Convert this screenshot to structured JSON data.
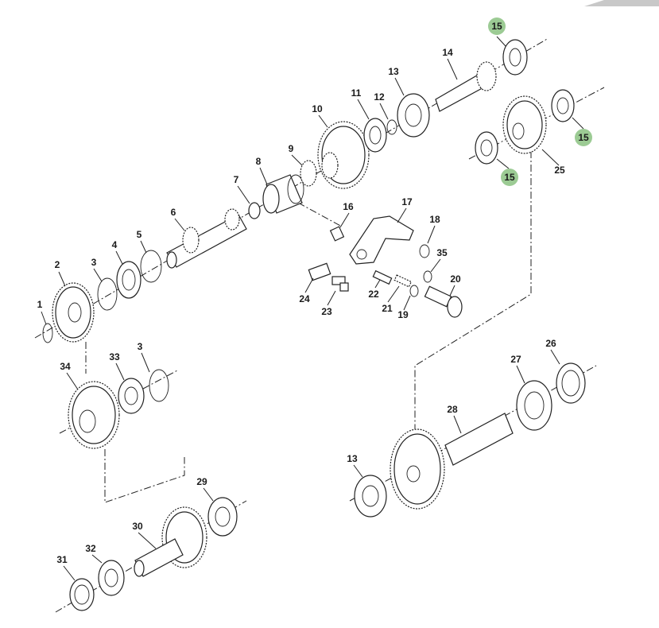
{
  "colors": {
    "highlight": "#9ccb94",
    "ink": "#222222",
    "background": "#ffffff"
  },
  "callouts": [
    {
      "id": "c1",
      "text": "1",
      "highlighted": false
    },
    {
      "id": "c2",
      "text": "2",
      "highlighted": false
    },
    {
      "id": "c3a",
      "text": "3",
      "highlighted": false
    },
    {
      "id": "c3b",
      "text": "3",
      "highlighted": false
    },
    {
      "id": "c4",
      "text": "4",
      "highlighted": false
    },
    {
      "id": "c5",
      "text": "5",
      "highlighted": false
    },
    {
      "id": "c6",
      "text": "6",
      "highlighted": false
    },
    {
      "id": "c7",
      "text": "7",
      "highlighted": false
    },
    {
      "id": "c8",
      "text": "8",
      "highlighted": false
    },
    {
      "id": "c9",
      "text": "9",
      "highlighted": false
    },
    {
      "id": "c10",
      "text": "10",
      "highlighted": false
    },
    {
      "id": "c11",
      "text": "11",
      "highlighted": false
    },
    {
      "id": "c12",
      "text": "12",
      "highlighted": false
    },
    {
      "id": "c13a",
      "text": "13",
      "highlighted": false
    },
    {
      "id": "c13b",
      "text": "13",
      "highlighted": false
    },
    {
      "id": "c14",
      "text": "14",
      "highlighted": false
    },
    {
      "id": "c15a",
      "text": "15",
      "highlighted": true
    },
    {
      "id": "c15b",
      "text": "15",
      "highlighted": true
    },
    {
      "id": "c15c",
      "text": "15",
      "highlighted": true
    },
    {
      "id": "c16",
      "text": "16",
      "highlighted": false
    },
    {
      "id": "c17",
      "text": "17",
      "highlighted": false
    },
    {
      "id": "c18",
      "text": "18",
      "highlighted": false
    },
    {
      "id": "c19",
      "text": "19",
      "highlighted": false
    },
    {
      "id": "c20",
      "text": "20",
      "highlighted": false
    },
    {
      "id": "c21",
      "text": "21",
      "highlighted": false
    },
    {
      "id": "c22",
      "text": "22",
      "highlighted": false
    },
    {
      "id": "c23",
      "text": "23",
      "highlighted": false
    },
    {
      "id": "c24",
      "text": "24",
      "highlighted": false
    },
    {
      "id": "c25",
      "text": "25",
      "highlighted": false
    },
    {
      "id": "c26",
      "text": "26",
      "highlighted": false
    },
    {
      "id": "c27",
      "text": "27",
      "highlighted": false
    },
    {
      "id": "c28",
      "text": "28",
      "highlighted": false
    },
    {
      "id": "c29",
      "text": "29",
      "highlighted": false
    },
    {
      "id": "c30",
      "text": "30",
      "highlighted": false
    },
    {
      "id": "c31",
      "text": "31",
      "highlighted": false
    },
    {
      "id": "c32",
      "text": "32",
      "highlighted": false
    },
    {
      "id": "c33",
      "text": "33",
      "highlighted": false
    },
    {
      "id": "c34",
      "text": "34",
      "highlighted": false
    },
    {
      "id": "c35",
      "text": "35",
      "highlighted": false
    }
  ]
}
